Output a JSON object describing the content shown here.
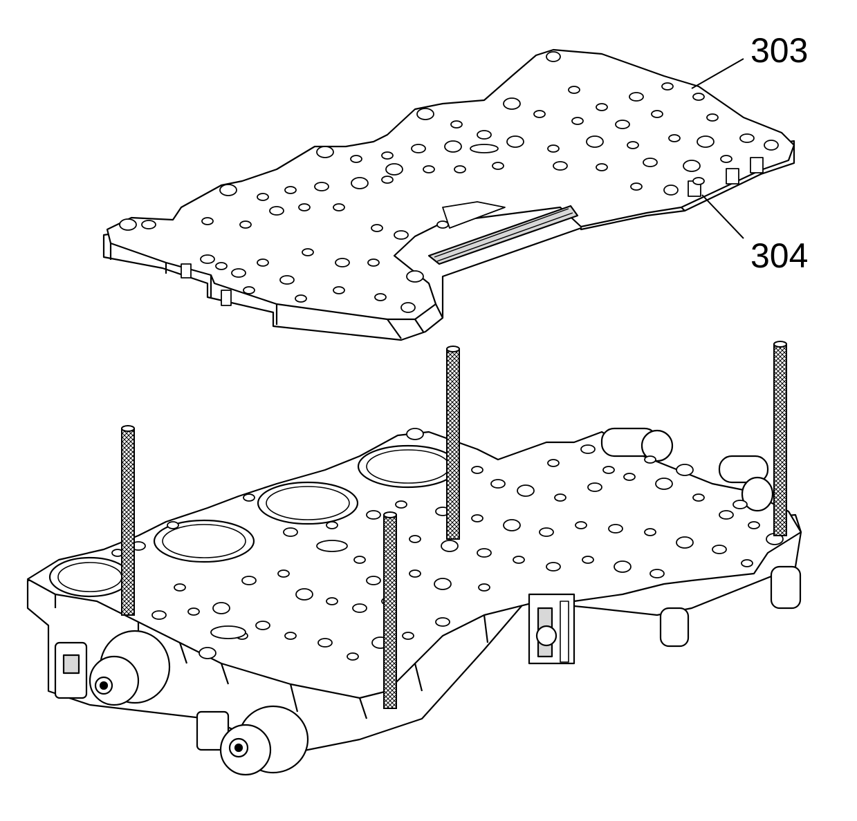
{
  "diagram": {
    "callouts": [
      {
        "id": "303",
        "label": "303"
      },
      {
        "id": "304",
        "label": "304"
      }
    ],
    "colors": {
      "line": "#000000",
      "fill": "#ffffff",
      "shade": "#d8d8d8",
      "stud": "#9a9a9a"
    }
  }
}
